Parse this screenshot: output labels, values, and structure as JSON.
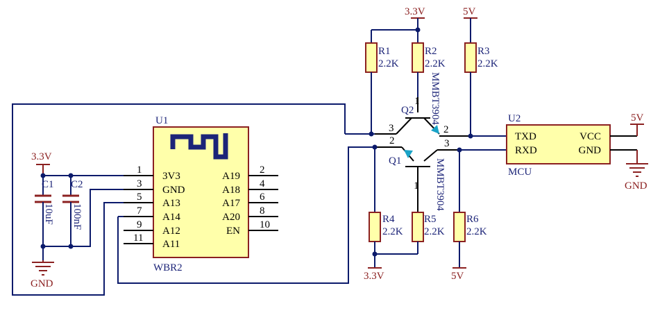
{
  "u1": {
    "ref": "U1",
    "name": "WBR2",
    "left_pins": [
      {
        "num": "1",
        "name": "3V3"
      },
      {
        "num": "3",
        "name": "GND"
      },
      {
        "num": "5",
        "name": "A13"
      },
      {
        "num": "7",
        "name": "A14"
      },
      {
        "num": "9",
        "name": "A12"
      },
      {
        "num": "11",
        "name": "A11"
      }
    ],
    "right_pins": [
      {
        "num": "2",
        "name": "A19"
      },
      {
        "num": "4",
        "name": "A18"
      },
      {
        "num": "6",
        "name": "A17"
      },
      {
        "num": "8",
        "name": "A20"
      },
      {
        "num": "10",
        "name": "EN"
      }
    ]
  },
  "u2": {
    "ref": "U2",
    "name": "MCU",
    "left_pins": [
      "TXD",
      "RXD"
    ],
    "right_pins": [
      "VCC",
      "GND"
    ]
  },
  "capacitors": [
    {
      "ref": "C1",
      "value": "10uF"
    },
    {
      "ref": "C2",
      "value": "100nF"
    }
  ],
  "resistors": [
    {
      "ref": "R1",
      "value": "2.2K"
    },
    {
      "ref": "R2",
      "value": "2.2K"
    },
    {
      "ref": "R3",
      "value": "2.2K"
    },
    {
      "ref": "R4",
      "value": "2.2K"
    },
    {
      "ref": "R5",
      "value": "2.2K"
    },
    {
      "ref": "R6",
      "value": "2.2K"
    }
  ],
  "transistors": [
    {
      "ref": "Q2",
      "part": "MMBT3904",
      "pins": [
        "1",
        "2",
        "3"
      ]
    },
    {
      "ref": "Q1",
      "part": "MMBT3904",
      "pins": [
        "1",
        "2",
        "3"
      ]
    }
  ],
  "power_labels": {
    "v33_left": "3.3V",
    "v33_top": "3.3V",
    "v5_top": "5V",
    "v5_right": "5V",
    "v33_bottom": "3.3V",
    "v5_bottom": "5V"
  },
  "ground_labels": {
    "gnd_left": "GND",
    "gnd_right": "GND"
  },
  "colors": {
    "wire": "#0b1a6b",
    "component_outline": "#8b2020",
    "component_fill": "#ffffaa",
    "pin_names": "#000000",
    "designators": "#1c2478"
  },
  "icons": {
    "wifi_logo": "wifi-module-logo-icon",
    "ground": "ground-symbol-icon",
    "power": "power-flag-icon"
  }
}
